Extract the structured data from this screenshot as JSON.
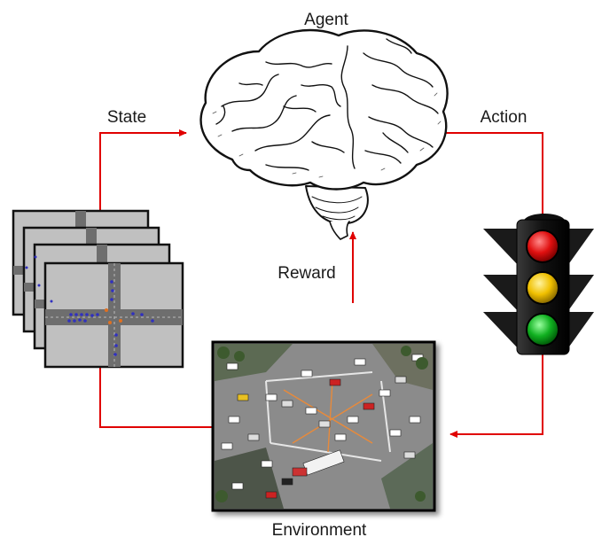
{
  "labels": {
    "agent": "Agent",
    "state": "State",
    "action": "Action",
    "reward": "Reward",
    "environment": "Environment"
  },
  "colors": {
    "arrow": "#e00000",
    "sim_background": "#c0c0c0",
    "sim_road": "#6e6e6e",
    "light_housing": "#151515",
    "light_red": "#e01010",
    "light_yellow": "#f0c000",
    "light_green": "#10b020"
  },
  "icons": {
    "agent": "brain-illustration",
    "state": "traffic-simulation-snapshots-stack",
    "action": "traffic-light-icon",
    "environment": "intersection-aerial-photo"
  }
}
